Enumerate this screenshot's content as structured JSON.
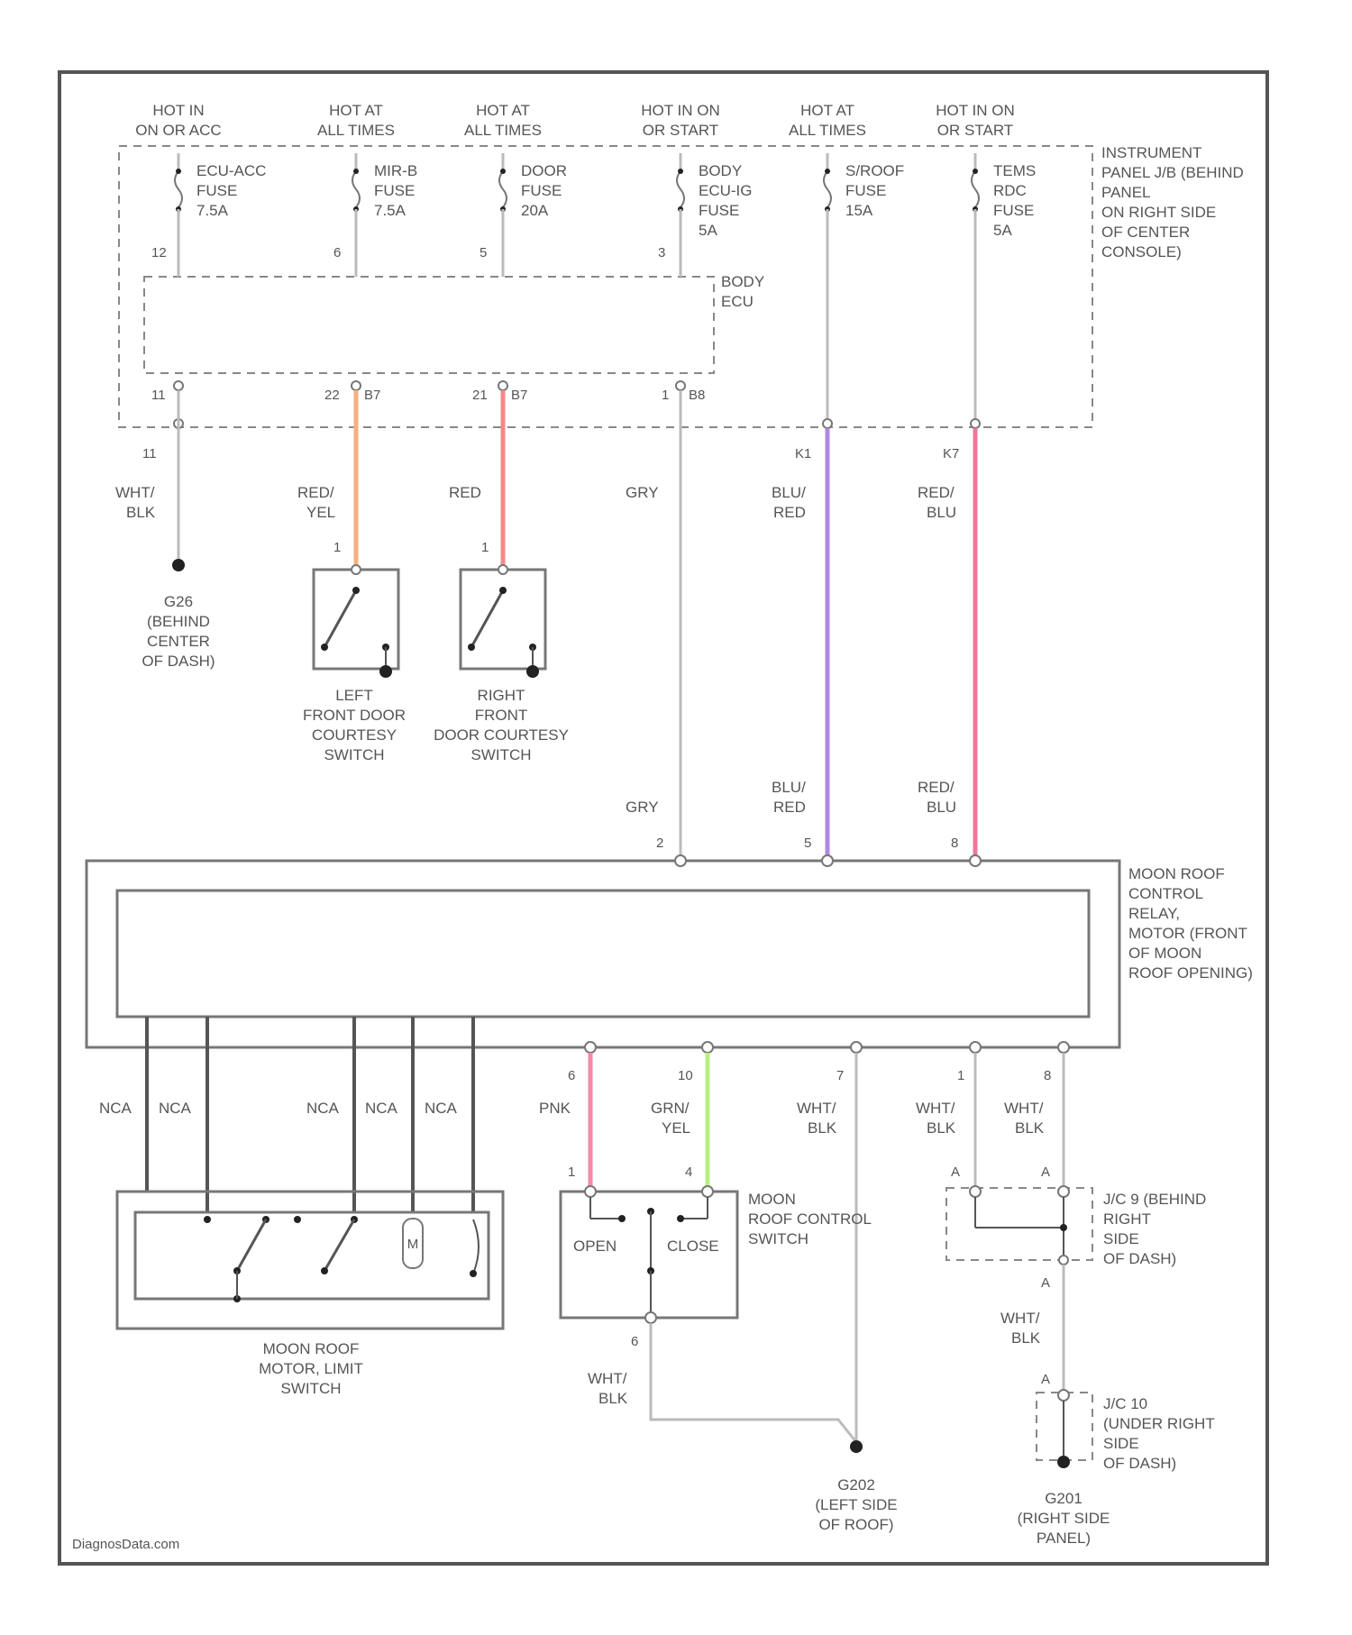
{
  "hot_labels": [
    [
      "HOT IN",
      "ON OR ACC"
    ],
    [
      "HOT AT",
      "ALL TIMES"
    ],
    [
      "HOT AT",
      "ALL TIMES"
    ],
    [
      "HOT IN ON",
      "OR START"
    ],
    [
      "HOT AT",
      "ALL TIMES"
    ],
    [
      "HOT IN ON",
      "OR START"
    ]
  ],
  "fuses": [
    [
      "ECU-ACC",
      "FUSE",
      "7.5A"
    ],
    [
      "MIR-B",
      "FUSE",
      "7.5A"
    ],
    [
      "DOOR",
      "FUSE",
      "20A"
    ],
    [
      "BODY",
      "ECU-IG",
      "FUSE",
      "5A"
    ],
    [
      "S/ROOF",
      "FUSE",
      "15A"
    ],
    [
      "TEMS",
      "RDC",
      "FUSE",
      "5A"
    ]
  ],
  "fuse_pins": [
    "12",
    "6",
    "5",
    "3"
  ],
  "junction_block_label": [
    "INSTRUMENT",
    "PANEL J/B (BEHIND",
    "PANEL",
    "ON RIGHT SIDE",
    "OF CENTER",
    "CONSOLE)"
  ],
  "body_ecu_label": [
    "BODY",
    "ECU"
  ],
  "ecu_bottom_pins": [
    {
      "left": "11",
      "right": ""
    },
    {
      "left": "22",
      "right": "B7"
    },
    {
      "left": "21",
      "right": "B7"
    },
    {
      "left": "1",
      "right": "B8"
    }
  ],
  "jb_out_pins": [
    "11",
    "K1",
    "K7"
  ],
  "wire_colors_upper": [
    [
      "WHT/",
      "BLK"
    ],
    [
      "RED/",
      "YEL"
    ],
    [
      "RED"
    ],
    [
      "GRY"
    ],
    [
      "BLU/",
      "RED"
    ],
    [
      "RED/",
      "BLU"
    ]
  ],
  "ground_g26": [
    "G26",
    "(BEHIND",
    "CENTER",
    "OF DASH)"
  ],
  "door_switch_pins": [
    "1",
    "1"
  ],
  "left_door_switch": [
    "LEFT",
    "FRONT DOOR",
    "COURTESY",
    "SWITCH"
  ],
  "right_door_switch": [
    "RIGHT",
    "FRONT",
    "DOOR COURTESY",
    "SWITCH"
  ],
  "relay_top_colors": [
    [
      "GRY"
    ],
    [
      "BLU/",
      "RED"
    ],
    [
      "RED/",
      "BLU"
    ]
  ],
  "relay_top_pins": [
    "2",
    "5",
    "8"
  ],
  "relay_label": [
    "MOON ROOF",
    "CONTROL",
    "RELAY,",
    "MOTOR (FRONT",
    "OF MOON",
    "ROOF OPENING)"
  ],
  "nca_label": "NCA",
  "relay_bottom_pins": [
    "6",
    "10",
    "7",
    "1",
    "8"
  ],
  "lower_colors": [
    [
      "PNK"
    ],
    [
      "GRN/",
      "YEL"
    ],
    [
      "WHT/",
      "BLK"
    ],
    [
      "WHT/",
      "BLK"
    ],
    [
      "WHT/",
      "BLK"
    ]
  ],
  "control_switch_pins": [
    "1",
    "4",
    "6"
  ],
  "open_label": "OPEN",
  "close_label": "CLOSE",
  "control_switch_label": [
    "MOON",
    "ROOF CONTROL",
    "SWITCH"
  ],
  "motor_label": [
    "MOON ROOF",
    "MOTOR, LIMIT",
    "SWITCH"
  ],
  "motor_symbol": "M",
  "jc9_pins": [
    "A",
    "A",
    "A"
  ],
  "jc9_label": [
    "J/C 9 (BEHIND",
    "RIGHT",
    "SIDE",
    "OF DASH)"
  ],
  "jc9_out_color": [
    "WHT/",
    "BLK"
  ],
  "jc10_pin": "A",
  "jc10_label": [
    "J/C 10",
    "(UNDER RIGHT",
    "SIDE",
    "OF DASH)"
  ],
  "switch_out_color": [
    "WHT/",
    "BLK"
  ],
  "ground_g202": [
    "G202",
    "(LEFT SIDE",
    "OF ROOF)"
  ],
  "ground_g201": [
    "G201",
    "(RIGHT SIDE",
    "PANEL)"
  ],
  "watermark": "DiagnosData.com",
  "colors": {
    "wire_orange": "#f6b07c",
    "wire_red": "#f18a8a",
    "wire_purple": "#b088e0",
    "wire_pink_red": "#e9789a",
    "wire_pnk": "#f28aa8",
    "wire_green": "#b8f07e",
    "wire_gray": "#bbbbbb",
    "wire_dark": "#555555"
  }
}
